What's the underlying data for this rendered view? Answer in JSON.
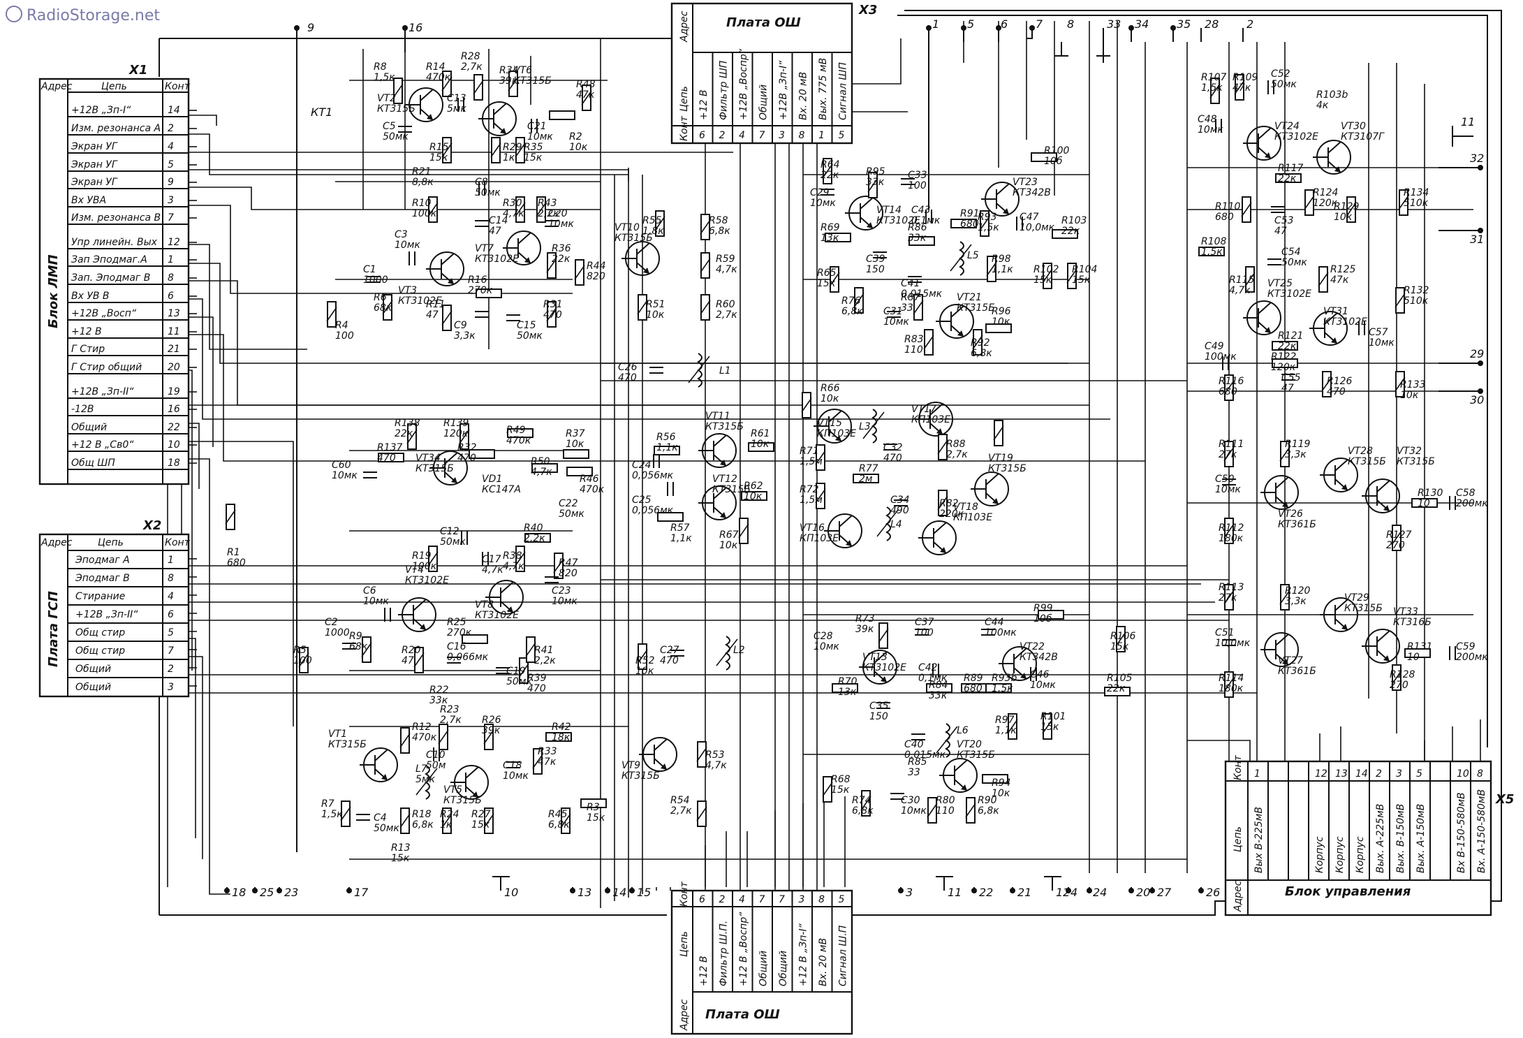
{
  "watermark": "RadioStorage.net",
  "x1": {
    "ref": "X1",
    "block": "Блок ЛМП",
    "head": [
      "Адрес",
      "Цепь",
      "Конт"
    ],
    "rows": [
      {
        "circuit": "+12В „Зп-I“",
        "pin": "14"
      },
      {
        "circuit": "Изм. резонанса А",
        "pin": "2"
      },
      {
        "circuit": "Экран УГ",
        "pin": "4"
      },
      {
        "circuit": "Экран УГ",
        "pin": "5"
      },
      {
        "circuit": "Экран УГ",
        "pin": "9"
      },
      {
        "circuit": "Вх УВА",
        "pin": "3"
      },
      {
        "circuit": "Изм. резонанса В",
        "pin": "7"
      },
      {
        "circuit": "Упр линейн. Вых",
        "pin": "12"
      },
      {
        "circuit": "Зап Эподмаг.А",
        "pin": "1"
      },
      {
        "circuit": "Зап. Эподмаг В",
        "pin": "8"
      },
      {
        "circuit": "Вх УВ В",
        "pin": "6"
      },
      {
        "circuit": "+12В „Восп“",
        "pin": "13"
      },
      {
        "circuit": "+12 В",
        "pin": "11"
      },
      {
        "circuit": "Г Стир",
        "pin": "21"
      },
      {
        "circuit": "Г Стир общий",
        "pin": "20"
      },
      {
        "circuit": "+12В „Зп-II“",
        "pin": "19"
      },
      {
        "circuit": "-12В",
        "pin": "16"
      },
      {
        "circuit": "Общий",
        "pin": "22"
      },
      {
        "circuit": "+12 В „Св0“",
        "pin": "10"
      },
      {
        "circuit": "Общ ШП",
        "pin": "18"
      }
    ]
  },
  "x2": {
    "ref": "X2",
    "block": "Плата ГСП",
    "head": [
      "Адрес",
      "Цепь",
      "Конт"
    ],
    "rows": [
      {
        "circuit": "Эподмаг А",
        "pin": "1"
      },
      {
        "circuit": "Эподмаг В",
        "pin": "8"
      },
      {
        "circuit": "Стирание",
        "pin": "4"
      },
      {
        "circuit": "+12В „Зп-II“",
        "pin": "6"
      },
      {
        "circuit": "Общ стир",
        "pin": "5"
      },
      {
        "circuit": "Общ стир",
        "pin": "7"
      },
      {
        "circuit": "Общий",
        "pin": "2"
      },
      {
        "circuit": "Общий",
        "pin": "3"
      }
    ]
  },
  "x3": {
    "ref": "X3",
    "head_addr": "Адрес",
    "title": "Плата ОШ",
    "circuit_label": "Цепь",
    "pin_label": "Конт",
    "cols": [
      {
        "circuit": "+12 В",
        "pin": "6"
      },
      {
        "circuit": "Фильтр ШП",
        "pin": "2"
      },
      {
        "circuit": "+12В „Воспр“",
        "pin": "4"
      },
      {
        "circuit": "Общий",
        "pin": "7"
      },
      {
        "circuit": "+12В „Зп-I“",
        "pin": "3"
      },
      {
        "circuit": "Вх. 20 мВ",
        "pin": "8"
      },
      {
        "circuit": "Вых. 775 мВ",
        "pin": "1"
      },
      {
        "circuit": "Сигнал ШП",
        "pin": "5"
      }
    ]
  },
  "x4": {
    "head_addr": "Адрес",
    "title": "Плата ОШ",
    "circuit_label": "Цепь",
    "pin_label": "Конт",
    "cols": [
      {
        "circuit": "+12 В",
        "pin": "6"
      },
      {
        "circuit": "Фильтр Ш.П.",
        "pin": "2"
      },
      {
        "circuit": "+12 В „Воспр“",
        "pin": "4"
      },
      {
        "circuit": "Общий",
        "pin": "7"
      },
      {
        "circuit": "Общий",
        "pin": "7"
      },
      {
        "circuit": "+12 В „Зп-I“",
        "pin": "3"
      },
      {
        "circuit": "Вх. 20 мВ",
        "pin": "8"
      },
      {
        "circuit": "Сигнал Ш.П",
        "pin": "5"
      }
    ]
  },
  "x5": {
    "ref": "X5",
    "head_addr": "Адрес",
    "title": "Блок управления",
    "circuit_label": "Цепь",
    "pin_label": "Конт",
    "cols": [
      {
        "circuit": "Вых В-225мВ",
        "pin": "1"
      },
      {
        "circuit": "",
        "pin": ""
      },
      {
        "circuit": "",
        "pin": ""
      },
      {
        "circuit": "Корпус",
        "pin": "12"
      },
      {
        "circuit": "Корпус",
        "pin": "13"
      },
      {
        "circuit": "Корпус",
        "pin": "14"
      },
      {
        "circuit": "Вых. А-225мВ",
        "pin": "2"
      },
      {
        "circuit": "Вых. В-150мВ",
        "pin": "3"
      },
      {
        "circuit": "Вых. А-150мВ",
        "pin": "5"
      },
      {
        "circuit": "",
        "pin": ""
      },
      {
        "circuit": "Вх В-150-580мВ",
        "pin": "10"
      },
      {
        "circuit": "Вх. А-150-580мВ",
        "pin": "8"
      }
    ]
  },
  "top_numbers": [
    "9",
    "16",
    "1",
    "5",
    "6",
    "7",
    "8",
    "33",
    "34",
    "35",
    "28",
    "2"
  ],
  "side_numbers": [
    "11",
    "32",
    "31",
    "29",
    "30"
  ],
  "bottom_numbers": [
    "18",
    "25",
    "23",
    "17",
    "10",
    "13",
    "14",
    "15",
    "3",
    "11",
    "22",
    "21",
    "12",
    "4",
    "24",
    "20",
    "27",
    "26"
  ],
  "kt_label": "КТ1",
  "components": [
    {
      "ref": "R8",
      "value": "1,5к"
    },
    {
      "ref": "R14",
      "value": "470к"
    },
    {
      "ref": "R28",
      "value": "2,7к"
    },
    {
      "ref": "R34",
      "value": "39к"
    },
    {
      "ref": "VT6",
      "value": "КТ315Б"
    },
    {
      "ref": "R48",
      "value": "47к"
    },
    {
      "ref": "VT2",
      "value": "КТ315Б"
    },
    {
      "ref": "C13",
      "value": "5мк"
    },
    {
      "ref": "C21",
      "value": "10мк"
    },
    {
      "ref": "R2",
      "value": "10к"
    },
    {
      "ref": "C5",
      "value": "50мк"
    },
    {
      "ref": "R15",
      "value": "15к"
    },
    {
      "ref": "R29",
      "value": "1к"
    },
    {
      "ref": "R35",
      "value": "15к"
    },
    {
      "ref": "R21",
      "value": "8,8к"
    },
    {
      "ref": "R10",
      "value": "100к"
    },
    {
      "ref": "C8",
      "value": "50мк"
    },
    {
      "ref": "R30",
      "value": "4,7к"
    },
    {
      "ref": "R43",
      "value": "2,2к"
    },
    {
      "ref": "C3",
      "value": "10мк"
    },
    {
      "ref": "C14",
      "value": "47"
    },
    {
      "ref": "C20",
      "value": "10мк"
    },
    {
      "ref": "VT7",
      "value": "КТ3102Е"
    },
    {
      "ref": "C1",
      "value": "1000"
    },
    {
      "ref": "VT3",
      "value": "КТ3102Е"
    },
    {
      "ref": "R36",
      "value": "22к"
    },
    {
      "ref": "R44",
      "value": "820"
    },
    {
      "ref": "R6",
      "value": "68к"
    },
    {
      "ref": "R11",
      "value": "47"
    },
    {
      "ref": "R16",
      "value": "270к"
    },
    {
      "ref": "C9",
      "value": "3,3к"
    },
    {
      "ref": "R31",
      "value": "470"
    },
    {
      "ref": "C15",
      "value": "50мк"
    },
    {
      "ref": "R4",
      "value": "100"
    },
    {
      "ref": "R55",
      "value": "1,8к"
    },
    {
      "ref": "R58",
      "value": "6,8к"
    },
    {
      "ref": "VT10",
      "value": "КТ315Б"
    },
    {
      "ref": "R59",
      "value": "4,7к"
    },
    {
      "ref": "R51",
      "value": "10к"
    },
    {
      "ref": "R60",
      "value": "2,7к"
    },
    {
      "ref": "C26",
      "value": "470"
    },
    {
      "ref": "L1",
      "value": ""
    },
    {
      "ref": "R138",
      "value": "22к"
    },
    {
      "ref": "R139",
      "value": "120к"
    },
    {
      "ref": "R49",
      "value": "470к"
    },
    {
      "ref": "R37",
      "value": "10к"
    },
    {
      "ref": "C60",
      "value": "10мк"
    },
    {
      "ref": "R137",
      "value": "470"
    },
    {
      "ref": "VT34",
      "value": "КТ315Б"
    },
    {
      "ref": "R32",
      "value": "470"
    },
    {
      "ref": "VD1",
      "value": "КС147А"
    },
    {
      "ref": "R50",
      "value": "4,7к"
    },
    {
      "ref": "R46",
      "value": "470к"
    },
    {
      "ref": "C22",
      "value": "50мк"
    },
    {
      "ref": "C24",
      "value": "0,056мк"
    },
    {
      "ref": "R56",
      "value": "1,1к"
    },
    {
      "ref": "VT11",
      "value": "КТ315Б"
    },
    {
      "ref": "R61",
      "value": "10к"
    },
    {
      "ref": "VT12",
      "value": "КТ315Б"
    },
    {
      "ref": "C25",
      "value": "0,056мк"
    },
    {
      "ref": "R57",
      "value": "1,1к"
    },
    {
      "ref": "R62",
      "value": "10к"
    },
    {
      "ref": "R67",
      "value": "10к"
    },
    {
      "ref": "R66",
      "value": "10к"
    },
    {
      "ref": "VT15",
      "value": "КП103Е"
    },
    {
      "ref": "VT17",
      "value": "КП103Е"
    },
    {
      "ref": "L3",
      "value": ""
    },
    {
      "ref": "C32",
      "value": "470"
    },
    {
      "ref": "R88",
      "value": "2,7к"
    },
    {
      "ref": "R71",
      "value": "1,5м"
    },
    {
      "ref": "R77",
      "value": "2м"
    },
    {
      "ref": "VT19",
      "value": "КТ315Б"
    },
    {
      "ref": "R72",
      "value": "1,5м"
    },
    {
      "ref": "R82",
      "value": "220к"
    },
    {
      "ref": "C34",
      "value": "490"
    },
    {
      "ref": "L4",
      "value": ""
    },
    {
      "ref": "VT16",
      "value": "КП103Е"
    },
    {
      "ref": "VT18",
      "value": "КП103Е"
    },
    {
      "ref": "R64",
      "value": "22к"
    },
    {
      "ref": "C33",
      "value": "100"
    },
    {
      "ref": "R100",
      "value": "10б"
    },
    {
      "ref": "C29",
      "value": "10мк"
    },
    {
      "ref": "R95",
      "value": "33к"
    },
    {
      "ref": "VT23",
      "value": "КТ342В"
    },
    {
      "ref": "VT14",
      "value": "КТ3102Е"
    },
    {
      "ref": "C43",
      "value": "0,1мк"
    },
    {
      "ref": "R91",
      "value": "680"
    },
    {
      "ref": "R93",
      "value": "1,5к"
    },
    {
      "ref": "C47",
      "value": "10,0мк"
    },
    {
      "ref": "R103",
      "value": "22к"
    },
    {
      "ref": "R69",
      "value": "13к"
    },
    {
      "ref": "R86",
      "value": "33к"
    },
    {
      "ref": "C39",
      "value": "150"
    },
    {
      "ref": "L5",
      "value": ""
    },
    {
      "ref": "R98",
      "value": "1,1к"
    },
    {
      "ref": "R65",
      "value": "15к"
    },
    {
      "ref": "C41",
      "value": "0,015мк"
    },
    {
      "ref": "R87",
      "value": "33"
    },
    {
      "ref": "VT21",
      "value": "КТ315Б"
    },
    {
      "ref": "R102",
      "value": "15к"
    },
    {
      "ref": "R104",
      "value": "15к"
    },
    {
      "ref": "R76",
      "value": "6,8к"
    },
    {
      "ref": "C31",
      "value": "10мк"
    },
    {
      "ref": "R96",
      "value": "10к"
    },
    {
      "ref": "R83",
      "value": "110"
    },
    {
      "ref": "R92",
      "value": "6,8к"
    },
    {
      "ref": "R107",
      "value": "1,5к"
    },
    {
      "ref": "R109",
      "value": "47к"
    },
    {
      "ref": "C52",
      "value": "50мк"
    },
    {
      "ref": "R103b",
      "value": "4к"
    },
    {
      "ref": "C48",
      "value": "10мк"
    },
    {
      "ref": "VT24",
      "value": "КТ3102Е"
    },
    {
      "ref": "VT30",
      "value": "КТ3107Г"
    },
    {
      "ref": "R117",
      "value": "22к"
    },
    {
      "ref": "R110",
      "value": "680"
    },
    {
      "ref": "C53",
      "value": "47"
    },
    {
      "ref": "R124",
      "value": "120к"
    },
    {
      "ref": "R129",
      "value": "10к"
    },
    {
      "ref": "R134",
      "value": "510к"
    },
    {
      "ref": "R108",
      "value": "1,5к"
    },
    {
      "ref": "C54",
      "value": "50мк"
    },
    {
      "ref": "R115",
      "value": "4,7к"
    },
    {
      "ref": "VT25",
      "value": "КТ3102Е"
    },
    {
      "ref": "R125",
      "value": "47к"
    },
    {
      "ref": "VT31",
      "value": "КТ3102Е"
    },
    {
      "ref": "R132",
      "value": "510к"
    },
    {
      "ref": "C49",
      "value": "100мк"
    },
    {
      "ref": "R121",
      "value": "22к"
    },
    {
      "ref": "C57",
      "value": "10мк"
    },
    {
      "ref": "R116",
      "value": "680"
    },
    {
      "ref": "R122",
      "value": "120к"
    },
    {
      "ref": "C55",
      "value": "47"
    },
    {
      "ref": "R126",
      "value": "470"
    },
    {
      "ref": "R133",
      "value": "10к"
    },
    {
      "ref": "R111",
      "value": "27к"
    },
    {
      "ref": "R119",
      "value": "3,3к"
    },
    {
      "ref": "VT28",
      "value": "КТ315Б"
    },
    {
      "ref": "C50",
      "value": "10мк"
    },
    {
      "ref": "VT26",
      "value": "КТ361Б"
    },
    {
      "ref": "VT32",
      "value": "КТ315Б"
    },
    {
      "ref": "R112",
      "value": "180к"
    },
    {
      "ref": "R127",
      "value": "270"
    },
    {
      "ref": "R130",
      "value": "10"
    },
    {
      "ref": "C58",
      "value": "200мк"
    },
    {
      "ref": "R113",
      "value": "27к"
    },
    {
      "ref": "R120",
      "value": "3,3к"
    },
    {
      "ref": "VT29",
      "value": "КТ315Б"
    },
    {
      "ref": "C51",
      "value": "10,0мк"
    },
    {
      "ref": "VT27",
      "value": "КТ361Б"
    },
    {
      "ref": "VT33",
      "value": "КТ316Б"
    },
    {
      "ref": "R131",
      "value": "10"
    },
    {
      "ref": "C59",
      "value": "200мк"
    },
    {
      "ref": "R114",
      "value": "180к"
    },
    {
      "ref": "R128",
      "value": "270"
    },
    {
      "ref": "R1",
      "value": "680"
    },
    {
      "ref": "R19",
      "value": "100к"
    },
    {
      "ref": "C12",
      "value": "50мк"
    },
    {
      "ref": "R40",
      "value": "2,2к"
    },
    {
      "ref": "C6",
      "value": "10мк"
    },
    {
      "ref": "VT4",
      "value": "КТ3102Е"
    },
    {
      "ref": "C17",
      "value": "4,7к"
    },
    {
      "ref": "R38",
      "value": "4,7к"
    },
    {
      "ref": "R47",
      "value": "820"
    },
    {
      "ref": "C23",
      "value": "10мк"
    },
    {
      "ref": "VT8",
      "value": "КТ3102Е"
    },
    {
      "ref": "C2",
      "value": "1000"
    },
    {
      "ref": "R9",
      "value": "68к"
    },
    {
      "ref": "R25",
      "value": "270к"
    },
    {
      "ref": "R5",
      "value": "100"
    },
    {
      "ref": "R20",
      "value": "47"
    },
    {
      "ref": "C16",
      "value": "0,066мк"
    },
    {
      "ref": "C19",
      "value": "50мк"
    },
    {
      "ref": "R39",
      "value": "470"
    },
    {
      "ref": "R41",
      "value": "2,2к"
    },
    {
      "ref": "R22",
      "value": "33к"
    },
    {
      "ref": "C27",
      "value": "470"
    },
    {
      "ref": "L2",
      "value": ""
    },
    {
      "ref": "R52",
      "value": "10к"
    },
    {
      "ref": "C28",
      "value": "10мк"
    },
    {
      "ref": "R73",
      "value": "39к"
    },
    {
      "ref": "C37",
      "value": "100"
    },
    {
      "ref": "C44",
      "value": "100мк"
    },
    {
      "ref": "R99",
      "value": "10б"
    },
    {
      "ref": "VT22",
      "value": "КТ342В"
    },
    {
      "ref": "VT13",
      "value": "КТ3102Е"
    },
    {
      "ref": "C42",
      "value": "0,1мк"
    },
    {
      "ref": "R84",
      "value": "33к"
    },
    {
      "ref": "R89",
      "value": "680"
    },
    {
      "ref": "R93b",
      "value": "1,5к"
    },
    {
      "ref": "C46",
      "value": "10мк"
    },
    {
      "ref": "R106",
      "value": "15к"
    },
    {
      "ref": "R70",
      "value": "13к"
    },
    {
      "ref": "C35",
      "value": "150"
    },
    {
      "ref": "L6",
      "value": ""
    },
    {
      "ref": "R97",
      "value": "1,1к"
    },
    {
      "ref": "R101",
      "value": "15к"
    },
    {
      "ref": "R105",
      "value": "22к"
    },
    {
      "ref": "C40",
      "value": "0,015мк"
    },
    {
      "ref": "R85",
      "value": "33"
    },
    {
      "ref": "VT20",
      "value": "КТ315Б"
    },
    {
      "ref": "R68",
      "value": "15к"
    },
    {
      "ref": "R74",
      "value": "6,8к"
    },
    {
      "ref": "C30",
      "value": "10мк"
    },
    {
      "ref": "R94",
      "value": "10к"
    },
    {
      "ref": "R80",
      "value": "110"
    },
    {
      "ref": "R90",
      "value": "6,8к"
    },
    {
      "ref": "VT1",
      "value": "КТ315Б"
    },
    {
      "ref": "R12",
      "value": "470к"
    },
    {
      "ref": "R23",
      "value": "2,7к"
    },
    {
      "ref": "R26",
      "value": "39к"
    },
    {
      "ref": "R42",
      "value": "18к"
    },
    {
      "ref": "C10",
      "value": "50м"
    },
    {
      "ref": "C18",
      "value": "10мк"
    },
    {
      "ref": "R33",
      "value": "47к"
    },
    {
      "ref": "VT9",
      "value": "КТ315Б"
    },
    {
      "ref": "R53",
      "value": "4,7к"
    },
    {
      "ref": "L7",
      "value": "5мк"
    },
    {
      "ref": "VT5",
      "value": "КТ315Б"
    },
    {
      "ref": "R3",
      "value": "15к"
    },
    {
      "ref": "R7",
      "value": "1,5к"
    },
    {
      "ref": "C4",
      "value": "50мк"
    },
    {
      "ref": "R18",
      "value": "6,8к"
    },
    {
      "ref": "R24",
      "value": "1к"
    },
    {
      "ref": "R27",
      "value": "15к"
    },
    {
      "ref": "R45",
      "value": "6,8к"
    },
    {
      "ref": "R54",
      "value": "2,7к"
    },
    {
      "ref": "R13",
      "value": "15к"
    }
  ]
}
